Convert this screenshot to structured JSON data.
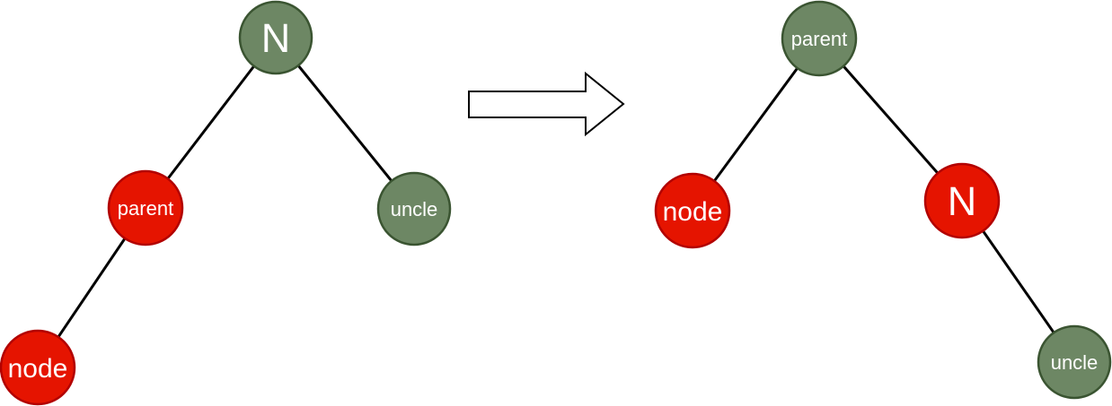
{
  "diagram": {
    "kind": "binary-tree-rotation"
  },
  "colors": {
    "background": "#ffffff",
    "green_fill": "#6d8764",
    "green_stroke": "#3a5431",
    "red_fill": "#e51400",
    "red_stroke": "#b20000",
    "edge": "#000000",
    "label_text": "#ffffff",
    "arrow_fill": "#ffffff",
    "arrow_stroke": "#000000"
  },
  "left_tree": {
    "nodes": {
      "root": {
        "label": "N",
        "color": "green"
      },
      "parent": {
        "label": "parent",
        "color": "red"
      },
      "uncle": {
        "label": "uncle",
        "color": "green"
      },
      "node": {
        "label": "node",
        "color": "red"
      }
    },
    "edges": [
      {
        "from": "N",
        "to": "parent"
      },
      {
        "from": "N",
        "to": "uncle"
      },
      {
        "from": "parent",
        "to": "node"
      }
    ]
  },
  "arrow": {
    "direction": "right"
  },
  "right_tree": {
    "nodes": {
      "parent": {
        "label": "parent",
        "color": "green"
      },
      "node": {
        "label": "node",
        "color": "red"
      },
      "root": {
        "label": "N",
        "color": "red"
      },
      "uncle": {
        "label": "uncle",
        "color": "green"
      }
    },
    "edges": [
      {
        "from": "parent",
        "to": "node"
      },
      {
        "from": "parent",
        "to": "N"
      },
      {
        "from": "N",
        "to": "uncle"
      }
    ]
  }
}
